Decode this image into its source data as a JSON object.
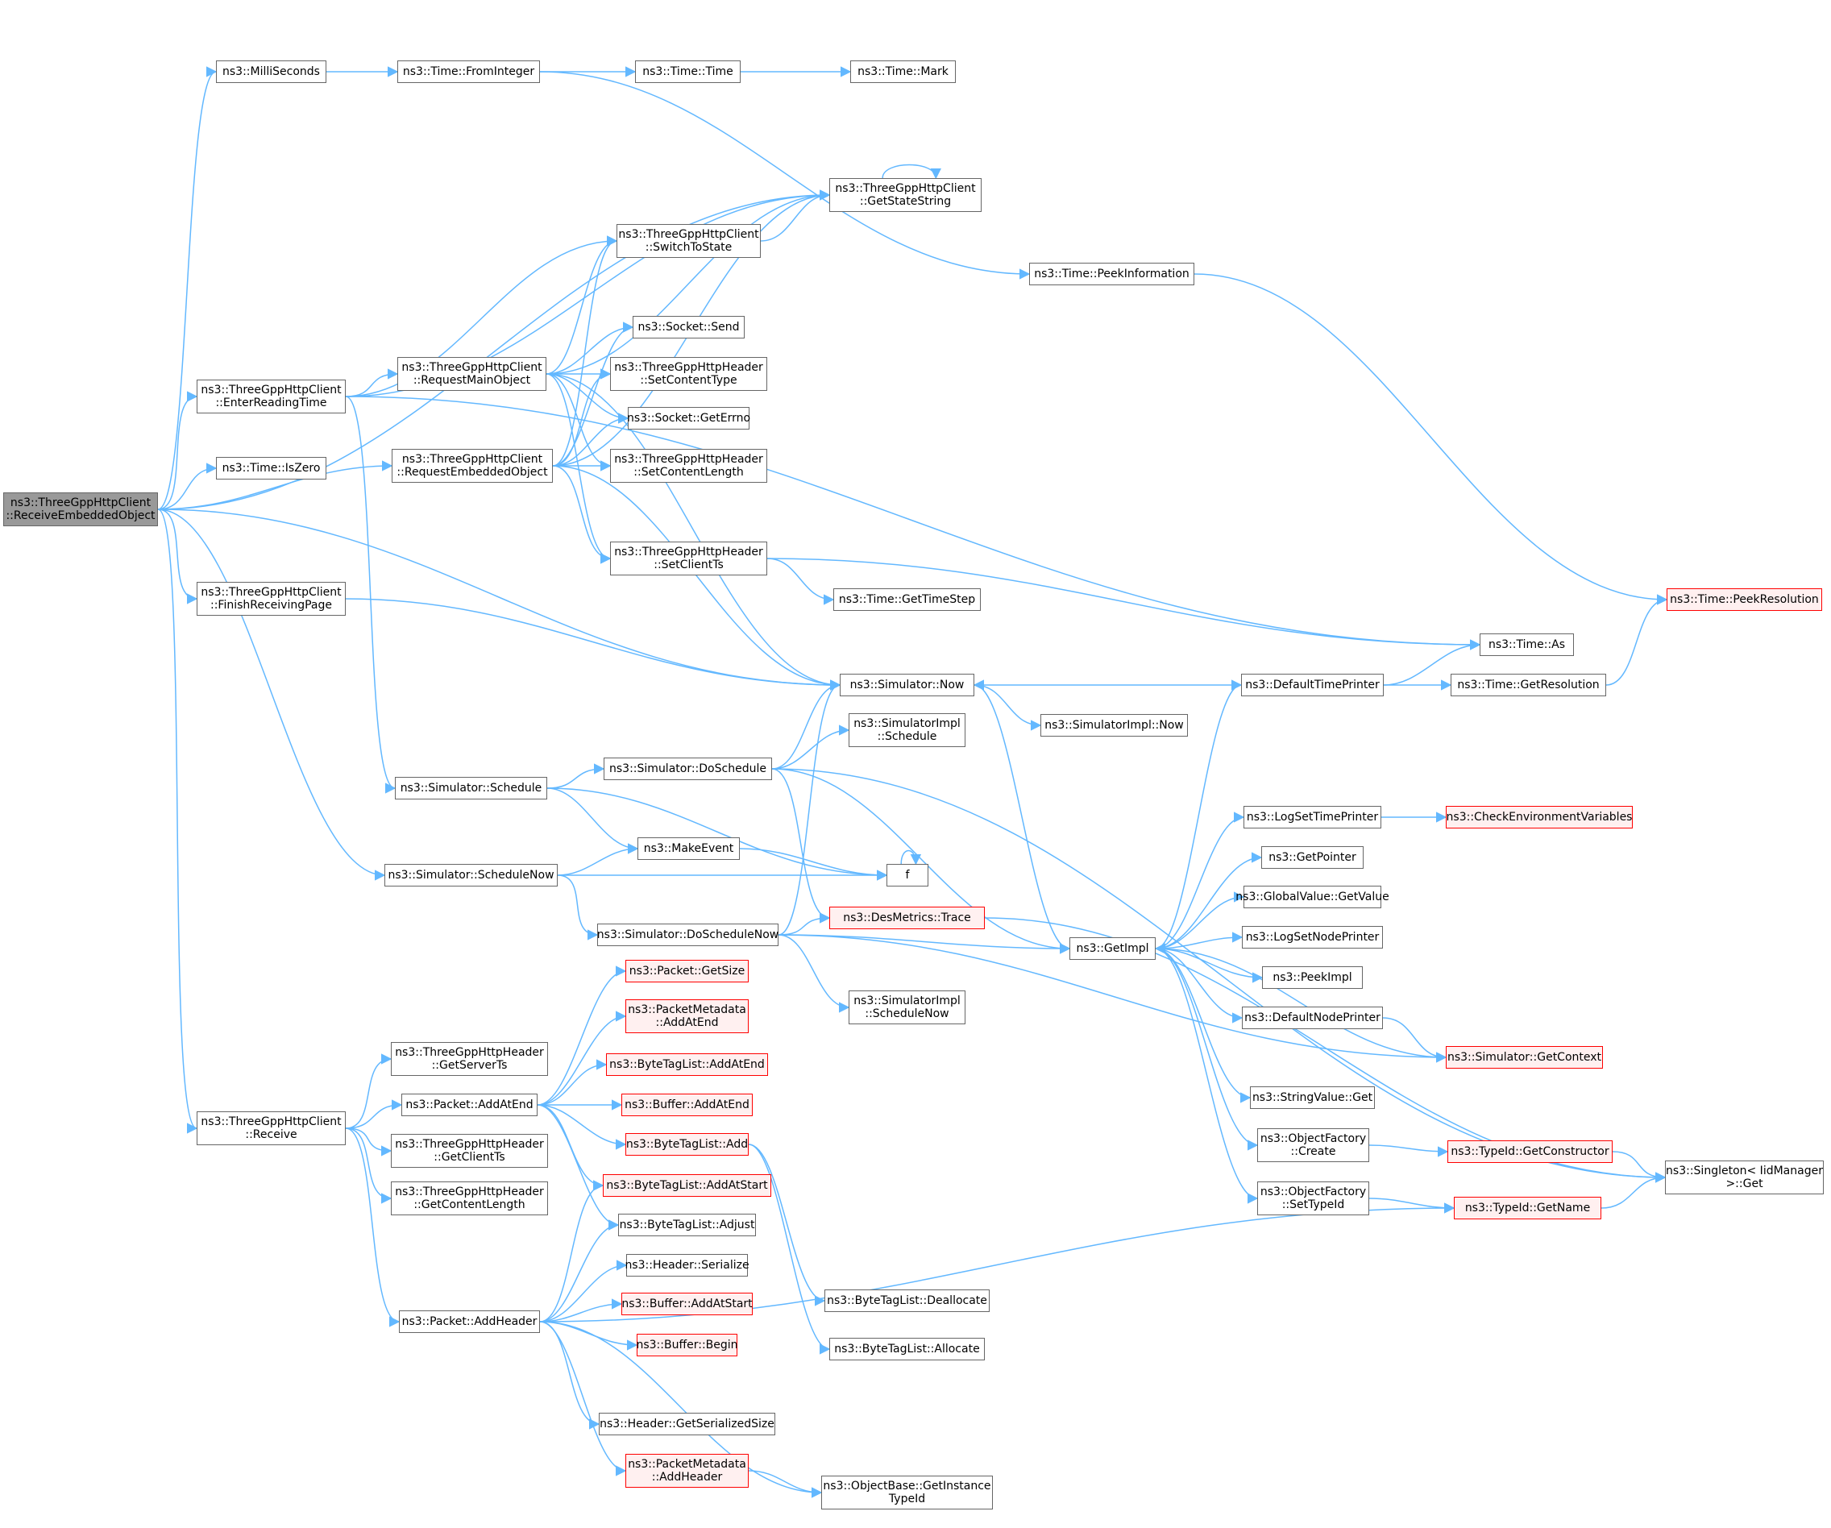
{
  "graph": {
    "edge_color": "#63b8ff",
    "node_border": "#666666",
    "missing_border": "#ff0000",
    "root_fill": "#999999",
    "nodes": [
      {
        "id": "root",
        "lines": [
          "ns3::ThreeGppHttpClient",
          "::ReceiveEmbeddedObject"
        ],
        "style": "root"
      },
      {
        "id": "milliseconds",
        "lines": [
          "ns3::MilliSeconds"
        ]
      },
      {
        "id": "frominteger",
        "lines": [
          "ns3::Time::FromInteger"
        ]
      },
      {
        "id": "time_time",
        "lines": [
          "ns3::Time::Time"
        ]
      },
      {
        "id": "time_mark",
        "lines": [
          "ns3::Time::Mark"
        ]
      },
      {
        "id": "getstatestring",
        "lines": [
          "ns3::ThreeGppHttpClient",
          "::GetStateString"
        ]
      },
      {
        "id": "switchtostate",
        "lines": [
          "ns3::ThreeGppHttpClient",
          "::SwitchToState"
        ]
      },
      {
        "id": "peekinformation",
        "lines": [
          "ns3::Time::PeekInformation"
        ]
      },
      {
        "id": "socket_send",
        "lines": [
          "ns3::Socket::Send"
        ]
      },
      {
        "id": "enterreadingtime",
        "lines": [
          "ns3::ThreeGppHttpClient",
          "::EnterReadingTime"
        ]
      },
      {
        "id": "requestmainobject",
        "lines": [
          "ns3::ThreeGppHttpClient",
          "::RequestMainObject"
        ]
      },
      {
        "id": "setcontenttype",
        "lines": [
          "ns3::ThreeGppHttpHeader",
          "::SetContentType"
        ]
      },
      {
        "id": "socket_geterrno",
        "lines": [
          "ns3::Socket::GetErrno"
        ]
      },
      {
        "id": "time_iszero",
        "lines": [
          "ns3::Time::IsZero"
        ]
      },
      {
        "id": "requestembedded",
        "lines": [
          "ns3::ThreeGppHttpClient",
          "::RequestEmbeddedObject"
        ]
      },
      {
        "id": "setcontentlength",
        "lines": [
          "ns3::ThreeGppHttpHeader",
          "::SetContentLength"
        ]
      },
      {
        "id": "setclientts",
        "lines": [
          "ns3::ThreeGppHttpHeader",
          "::SetClientTs"
        ]
      },
      {
        "id": "finishreceiving",
        "lines": [
          "ns3::ThreeGppHttpClient",
          "::FinishReceivingPage"
        ]
      },
      {
        "id": "gettimestep",
        "lines": [
          "ns3::Time::GetTimeStep"
        ]
      },
      {
        "id": "peekresolution",
        "lines": [
          "ns3::Time::PeekResolution"
        ],
        "style": "red"
      },
      {
        "id": "time_as",
        "lines": [
          "ns3::Time::As"
        ]
      },
      {
        "id": "sim_now",
        "lines": [
          "ns3::Simulator::Now"
        ]
      },
      {
        "id": "defaulttimeprinter",
        "lines": [
          "ns3::DefaultTimePrinter"
        ]
      },
      {
        "id": "getresolution",
        "lines": [
          "ns3::Time::GetResolution"
        ]
      },
      {
        "id": "simimpl_now",
        "lines": [
          "ns3::SimulatorImpl::Now"
        ]
      },
      {
        "id": "simimpl_schedule",
        "lines": [
          "ns3::SimulatorImpl",
          "::Schedule"
        ]
      },
      {
        "id": "doschedule",
        "lines": [
          "ns3::Simulator::DoSchedule"
        ]
      },
      {
        "id": "sim_schedule",
        "lines": [
          "ns3::Simulator::Schedule"
        ]
      },
      {
        "id": "logsettimeprinter",
        "lines": [
          "ns3::LogSetTimePrinter"
        ]
      },
      {
        "id": "checkenv",
        "lines": [
          "ns3::CheckEnvironmentVariables"
        ],
        "style": "red"
      },
      {
        "id": "makeevent",
        "lines": [
          "ns3::MakeEvent"
        ]
      },
      {
        "id": "getpointer",
        "lines": [
          "ns3::GetPointer"
        ]
      },
      {
        "id": "schedulenow",
        "lines": [
          "ns3::Simulator::ScheduleNow"
        ]
      },
      {
        "id": "f",
        "lines": [
          "f"
        ]
      },
      {
        "id": "globalvalue_getvalue",
        "lines": [
          "ns3::GlobalValue::GetValue"
        ]
      },
      {
        "id": "dosschedulenow",
        "lines": [
          "ns3::Simulator::DoScheduleNow"
        ]
      },
      {
        "id": "desmetrics_trace",
        "lines": [
          "ns3::DesMetrics::Trace"
        ],
        "style": "red"
      },
      {
        "id": "logsetnodeprinter",
        "lines": [
          "ns3::LogSetNodePrinter"
        ]
      },
      {
        "id": "getimpl",
        "lines": [
          "ns3::GetImpl"
        ]
      },
      {
        "id": "packet_getsize",
        "lines": [
          "ns3::Packet::GetSize"
        ],
        "style": "red"
      },
      {
        "id": "peekimpl",
        "lines": [
          "ns3::PeekImpl"
        ]
      },
      {
        "id": "simimpl_schedulenow",
        "lines": [
          "ns3::SimulatorImpl",
          "::ScheduleNow"
        ]
      },
      {
        "id": "pm_addatend",
        "lines": [
          "ns3::PacketMetadata",
          "::AddAtEnd"
        ],
        "style": "red"
      },
      {
        "id": "defaultnodeprinter",
        "lines": [
          "ns3::DefaultNodePrinter"
        ]
      },
      {
        "id": "getserverts",
        "lines": [
          "ns3::ThreeGppHttpHeader",
          "::GetServerTs"
        ]
      },
      {
        "id": "sim_getcontext",
        "lines": [
          "ns3::Simulator::GetContext"
        ],
        "style": "red"
      },
      {
        "id": "btl_addatend",
        "lines": [
          "ns3::ByteTagList::AddAtEnd"
        ],
        "style": "red"
      },
      {
        "id": "packet_addatend",
        "lines": [
          "ns3::Packet::AddAtEnd"
        ]
      },
      {
        "id": "stringvalue_get",
        "lines": [
          "ns3::StringValue::Get"
        ]
      },
      {
        "id": "buffer_addatend",
        "lines": [
          "ns3::Buffer::AddAtEnd"
        ],
        "style": "red"
      },
      {
        "id": "receive",
        "lines": [
          "ns3::ThreeGppHttpClient",
          "::Receive"
        ]
      },
      {
        "id": "btl_add",
        "lines": [
          "ns3::ByteTagList::Add"
        ],
        "style": "red"
      },
      {
        "id": "of_create",
        "lines": [
          "ns3::ObjectFactory",
          "::Create"
        ]
      },
      {
        "id": "getconstructor",
        "lines": [
          "ns3::TypeId::GetConstructor"
        ],
        "style": "red"
      },
      {
        "id": "getclientts",
        "lines": [
          "ns3::ThreeGppHttpHeader",
          "::GetClientTs"
        ]
      },
      {
        "id": "singleton_get",
        "lines": [
          "ns3::Singleton< IidManager",
          " >::Get"
        ]
      },
      {
        "id": "btl_addatstart",
        "lines": [
          "ns3::ByteTagList::AddAtStart"
        ],
        "style": "red"
      },
      {
        "id": "getcontentlength",
        "lines": [
          "ns3::ThreeGppHttpHeader",
          "::GetContentLength"
        ]
      },
      {
        "id": "of_settypeid",
        "lines": [
          "ns3::ObjectFactory",
          "::SetTypeId"
        ]
      },
      {
        "id": "typeid_getname",
        "lines": [
          "ns3::TypeId::GetName"
        ],
        "style": "red"
      },
      {
        "id": "btl_adjust",
        "lines": [
          "ns3::ByteTagList::Adjust"
        ]
      },
      {
        "id": "header_serialize",
        "lines": [
          "ns3::Header::Serialize"
        ]
      },
      {
        "id": "buffer_addatstart",
        "lines": [
          "ns3::Buffer::AddAtStart"
        ],
        "style": "red"
      },
      {
        "id": "btl_deallocate",
        "lines": [
          "ns3::ByteTagList::Deallocate"
        ]
      },
      {
        "id": "packet_addheader",
        "lines": [
          "ns3::Packet::AddHeader"
        ]
      },
      {
        "id": "buffer_begin",
        "lines": [
          "ns3::Buffer::Begin"
        ],
        "style": "red"
      },
      {
        "id": "btl_allocate",
        "lines": [
          "ns3::ByteTagList::Allocate"
        ]
      },
      {
        "id": "header_getserializedsize",
        "lines": [
          "ns3::Header::GetSerializedSize"
        ]
      },
      {
        "id": "pm_addheader",
        "lines": [
          "ns3::PacketMetadata",
          "::AddHeader"
        ],
        "style": "red"
      },
      {
        "id": "getinstancetypeid",
        "lines": [
          "ns3::ObjectBase::GetInstance",
          "TypeId"
        ]
      }
    ],
    "edges": [
      [
        "root",
        "milliseconds"
      ],
      [
        "root",
        "getstatestring"
      ],
      [
        "root",
        "enterreadingtime"
      ],
      [
        "root",
        "time_iszero"
      ],
      [
        "root",
        "requestembedded"
      ],
      [
        "root",
        "finishreceiving"
      ],
      [
        "root",
        "sim_now"
      ],
      [
        "root",
        "schedulenow"
      ],
      [
        "root",
        "receive"
      ],
      [
        "milliseconds",
        "frominteger"
      ],
      [
        "frominteger",
        "time_time"
      ],
      [
        "frominteger",
        "peekinformation"
      ],
      [
        "time_time",
        "time_mark"
      ],
      [
        "getstatestring",
        "getstatestring"
      ],
      [
        "switchtostate",
        "getstatestring"
      ],
      [
        "peekinformation",
        "peekresolution"
      ],
      [
        "enterreadingtime",
        "getstatestring"
      ],
      [
        "enterreadingtime",
        "switchtostate"
      ],
      [
        "enterreadingtime",
        "requestmainobject"
      ],
      [
        "enterreadingtime",
        "sim_schedule"
      ],
      [
        "enterreadingtime",
        "time_as"
      ],
      [
        "requestmainobject",
        "getstatestring"
      ],
      [
        "requestmainobject",
        "switchtostate"
      ],
      [
        "requestmainobject",
        "socket_send"
      ],
      [
        "requestmainobject",
        "setcontenttype"
      ],
      [
        "requestmainobject",
        "socket_geterrno"
      ],
      [
        "requestmainobject",
        "setcontentlength"
      ],
      [
        "requestmainobject",
        "setclientts"
      ],
      [
        "requestmainobject",
        "sim_now"
      ],
      [
        "requestembedded",
        "getstatestring"
      ],
      [
        "requestembedded",
        "switchtostate"
      ],
      [
        "requestembedded",
        "socket_send"
      ],
      [
        "requestembedded",
        "setcontenttype"
      ],
      [
        "requestembedded",
        "socket_geterrno"
      ],
      [
        "requestembedded",
        "setcontentlength"
      ],
      [
        "requestembedded",
        "setclientts"
      ],
      [
        "requestembedded",
        "sim_now"
      ],
      [
        "setclientts",
        "gettimestep"
      ],
      [
        "setclientts",
        "time_as"
      ],
      [
        "finishreceiving",
        "sim_now"
      ],
      [
        "sim_now",
        "simimpl_now"
      ],
      [
        "sim_now",
        "getimpl"
      ],
      [
        "defaulttimeprinter",
        "sim_now"
      ],
      [
        "defaulttimeprinter",
        "time_as"
      ],
      [
        "defaulttimeprinter",
        "getresolution"
      ],
      [
        "getresolution",
        "peekresolution"
      ],
      [
        "doschedule",
        "simimpl_schedule"
      ],
      [
        "doschedule",
        "sim_now"
      ],
      [
        "doschedule",
        "getimpl"
      ],
      [
        "doschedule",
        "desmetrics_trace"
      ],
      [
        "doschedule",
        "singleton_get"
      ],
      [
        "sim_schedule",
        "doschedule"
      ],
      [
        "sim_schedule",
        "makeevent"
      ],
      [
        "sim_schedule",
        "f"
      ],
      [
        "logsettimeprinter",
        "checkenv"
      ],
      [
        "makeevent",
        "f"
      ],
      [
        "f",
        "f"
      ],
      [
        "schedulenow",
        "makeevent"
      ],
      [
        "schedulenow",
        "f"
      ],
      [
        "schedulenow",
        "dosschedulenow"
      ],
      [
        "dosschedulenow",
        "sim_now"
      ],
      [
        "dosschedulenow",
        "desmetrics_trace"
      ],
      [
        "dosschedulenow",
        "getimpl"
      ],
      [
        "dosschedulenow",
        "simimpl_schedulenow"
      ],
      [
        "dosschedulenow",
        "sim_getcontext"
      ],
      [
        "desmetrics_trace",
        "singleton_get"
      ],
      [
        "getimpl",
        "defaulttimeprinter"
      ],
      [
        "getimpl",
        "logsettimeprinter"
      ],
      [
        "getimpl",
        "getpointer"
      ],
      [
        "getimpl",
        "globalvalue_getvalue"
      ],
      [
        "getimpl",
        "logsetnodeprinter"
      ],
      [
        "getimpl",
        "peekimpl"
      ],
      [
        "getimpl",
        "defaultnodeprinter"
      ],
      [
        "getimpl",
        "stringvalue_get"
      ],
      [
        "getimpl",
        "of_create"
      ],
      [
        "getimpl",
        "of_settypeid"
      ],
      [
        "defaultnodeprinter",
        "sim_getcontext"
      ],
      [
        "sim_getcontext",
        "getimpl"
      ],
      [
        "of_create",
        "getconstructor"
      ],
      [
        "getconstructor",
        "singleton_get"
      ],
      [
        "of_settypeid",
        "typeid_getname"
      ],
      [
        "typeid_getname",
        "singleton_get"
      ],
      [
        "packet_addatend",
        "packet_getsize"
      ],
      [
        "packet_addatend",
        "pm_addatend"
      ],
      [
        "packet_addatend",
        "btl_addatend"
      ],
      [
        "packet_addatend",
        "buffer_addatend"
      ],
      [
        "packet_addatend",
        "btl_add"
      ],
      [
        "packet_addatend",
        "btl_addatstart"
      ],
      [
        "packet_addatend",
        "btl_adjust"
      ],
      [
        "btl_add",
        "btl_deallocate"
      ],
      [
        "btl_add",
        "btl_allocate"
      ],
      [
        "receive",
        "getserverts"
      ],
      [
        "receive",
        "packet_addatend"
      ],
      [
        "receive",
        "getclientts"
      ],
      [
        "receive",
        "getcontentlength"
      ],
      [
        "receive",
        "packet_addheader"
      ],
      [
        "packet_addheader",
        "btl_addatstart"
      ],
      [
        "packet_addheader",
        "btl_adjust"
      ],
      [
        "packet_addheader",
        "header_serialize"
      ],
      [
        "packet_addheader",
        "buffer_addatstart"
      ],
      [
        "packet_addheader",
        "buffer_begin"
      ],
      [
        "packet_addheader",
        "header_getserializedsize"
      ],
      [
        "packet_addheader",
        "pm_addheader"
      ],
      [
        "packet_addheader",
        "getinstancetypeid"
      ],
      [
        "packet_addheader",
        "typeid_getname"
      ],
      [
        "pm_addheader",
        "getinstancetypeid"
      ]
    ]
  }
}
